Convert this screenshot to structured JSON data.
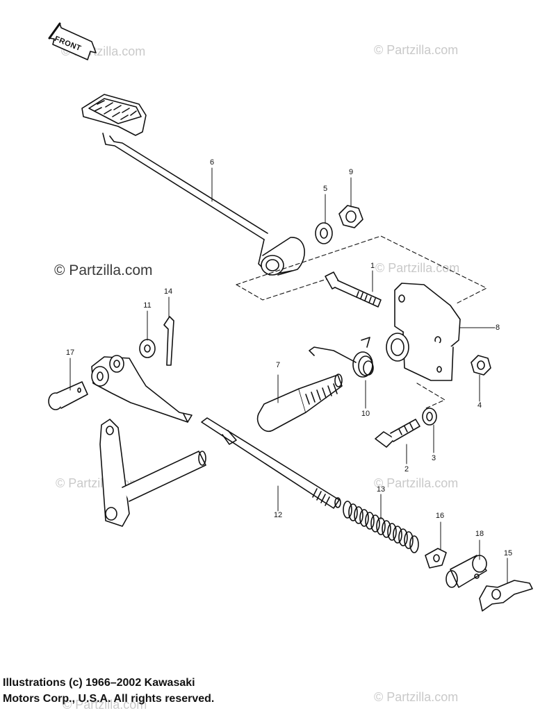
{
  "diagram": {
    "front_label": "FRONT",
    "callouts": [
      {
        "id": "callout-1",
        "text": "1"
      },
      {
        "id": "callout-2",
        "text": "2"
      },
      {
        "id": "callout-3",
        "text": "3"
      },
      {
        "id": "callout-4",
        "text": "4"
      },
      {
        "id": "callout-5",
        "text": "5"
      },
      {
        "id": "callout-6",
        "text": "6"
      },
      {
        "id": "callout-7",
        "text": "7"
      },
      {
        "id": "callout-8",
        "text": "8"
      },
      {
        "id": "callout-9",
        "text": "9"
      },
      {
        "id": "callout-10",
        "text": "10"
      },
      {
        "id": "callout-11",
        "text": "11"
      },
      {
        "id": "callout-12",
        "text": "12"
      },
      {
        "id": "callout-13",
        "text": "13"
      },
      {
        "id": "callout-14",
        "text": "14"
      },
      {
        "id": "callout-15",
        "text": "15"
      },
      {
        "id": "callout-16",
        "text": "16"
      },
      {
        "id": "callout-17",
        "text": "17"
      },
      {
        "id": "callout-18",
        "text": "18"
      }
    ]
  },
  "watermark": {
    "text": "© Partzilla.com"
  },
  "copyright": {
    "line1": "Illustrations (c) 1966–2002 Kawasaki",
    "line2": "Motors Corp., U.S.A.  All rights reserved."
  }
}
